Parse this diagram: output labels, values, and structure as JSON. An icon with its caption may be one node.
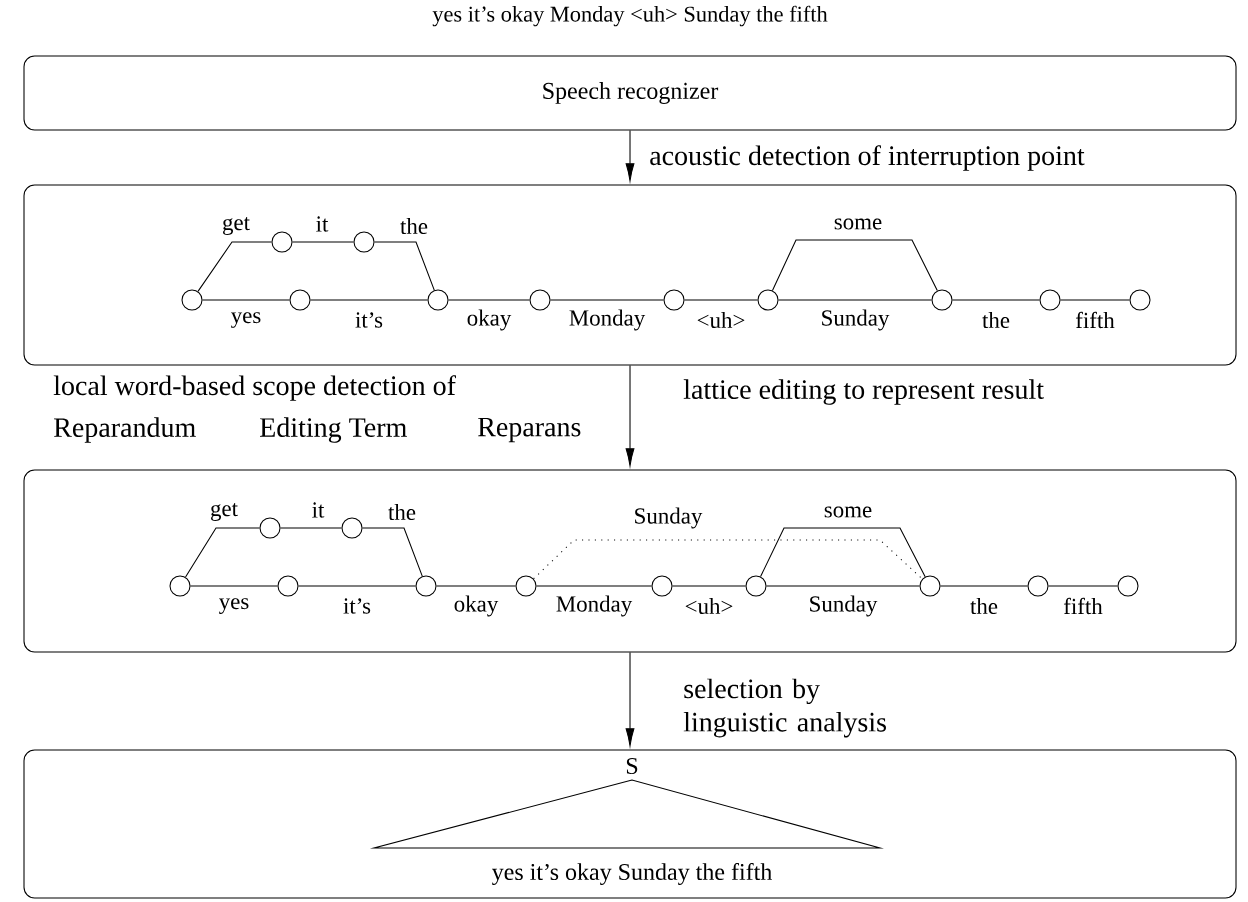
{
  "diagram": {
    "nodes": [
      {
        "text": [
          "Speech recognizer"
        ]
      },
      {
        "text": [],
        "shape": "box"
      },
      {
        "text": [],
        "shape": "circle",
        "in": 1
      },
      {
        "text": [],
        "shape": "circle",
        "in": 1
      },
      {
        "text": [],
        "shape": "circle",
        "in": 1
      },
      {
        "text": [],
        "shape": "circle",
        "in": 1
      },
      {
        "text": [],
        "shape": "circle",
        "in": 1
      },
      {
        "text": [],
        "shape": "circle",
        "in": 1
      },
      {
        "text": [],
        "shape": "circle",
        "in": 1
      },
      {
        "text": [],
        "shape": "circle",
        "in": 1
      },
      {
        "text": [],
        "shape": "circle",
        "in": 1
      },
      {
        "text": [],
        "shape": "circle",
        "in": 1
      },
      {
        "text": [],
        "shape": "circle",
        "in": 1
      },
      {
        "text": [],
        "shape": "box"
      },
      {
        "text": [],
        "shape": "circle",
        "in": 13
      },
      {
        "text": [],
        "shape": "circle",
        "in": 13
      },
      {
        "text": [],
        "shape": "circle",
        "in": 13
      },
      {
        "text": [],
        "shape": "circle",
        "in": 13
      },
      {
        "text": [],
        "shape": "circle",
        "in": 13
      },
      {
        "text": [],
        "shape": "circle",
        "in": 13
      },
      {
        "text": [],
        "shape": "circle",
        "in": 13
      },
      {
        "text": [],
        "shape": "circle",
        "in": 13
      },
      {
        "text": [],
        "shape": "circle",
        "in": 13
      },
      {
        "text": [],
        "shape": "circle",
        "in": 13
      },
      {
        "text": [],
        "shape": "circle",
        "in": 13
      },
      {
        "text": [
          "S",
          "yes it’s okay Sunday the fifth"
        ]
      }
    ],
    "edges": [
      {
        "from": 0,
        "to": 1,
        "arrow": "to",
        "label": "acoustic detection of interruption point"
      },
      {
        "from": 1,
        "to": 13,
        "arrow": "to",
        "label": "lattice editing to represent result"
      },
      {
        "from": 13,
        "to": 25,
        "arrow": "to",
        "label": "selection by linguistic analysis"
      },
      {
        "from": 2,
        "to": 3,
        "arrow": "none",
        "label": "get"
      },
      {
        "from": 3,
        "to": 5,
        "arrow": "none",
        "label": "it"
      },
      {
        "from": 5,
        "to": 6,
        "arrow": "none",
        "label": "the"
      },
      {
        "from": 2,
        "to": 4,
        "arrow": "none",
        "label": "yes"
      },
      {
        "from": 4,
        "to": 6,
        "arrow": "none",
        "label": "it’s"
      },
      {
        "from": 6,
        "to": 7,
        "arrow": "none",
        "label": "okay"
      },
      {
        "from": 7,
        "to": 8,
        "arrow": "none",
        "label": "Monday"
      },
      {
        "from": 8,
        "to": 9,
        "arrow": "none",
        "label": "<uh>"
      },
      {
        "from": 9,
        "to": 10,
        "arrow": "none",
        "label": "Sunday"
      },
      {
        "from": 9,
        "to": 10,
        "arrow": "none",
        "label": "some"
      },
      {
        "from": 10,
        "to": 11,
        "arrow": "none",
        "label": "the"
      },
      {
        "from": 11,
        "to": 12,
        "arrow": "none",
        "label": "fifth"
      },
      {
        "from": 14,
        "to": 15,
        "arrow": "none",
        "label": "get"
      },
      {
        "from": 15,
        "to": 17,
        "arrow": "none",
        "label": "it"
      },
      {
        "from": 17,
        "to": 18,
        "arrow": "none",
        "label": "the"
      },
      {
        "from": 14,
        "to": 16,
        "arrow": "none",
        "label": "yes"
      },
      {
        "from": 16,
        "to": 18,
        "arrow": "none",
        "label": "it’s"
      },
      {
        "from": 18,
        "to": 19,
        "arrow": "none",
        "label": "okay"
      },
      {
        "from": 19,
        "to": 20,
        "arrow": "none",
        "label": "Monday"
      },
      {
        "from": 20,
        "to": 21,
        "arrow": "none",
        "label": "<uh>"
      },
      {
        "from": 21,
        "to": 22,
        "arrow": "none",
        "label": "Sunday"
      },
      {
        "from": 21,
        "to": 22,
        "arrow": "none",
        "label": "some"
      },
      {
        "from": 22,
        "to": 23,
        "arrow": "none",
        "label": "the"
      },
      {
        "from": 23,
        "to": 24,
        "arrow": "none",
        "label": "fifth"
      },
      {
        "from": 19,
        "to": 22,
        "arrow": "none",
        "label": "Sunday",
        "style": "dashed"
      }
    ],
    "labels": [
      "yes it’s okay Monday <uh> Sunday the fifth",
      "local word-based scope detection of",
      "Reparandum",
      "Editing Term",
      "Reparans"
    ]
  }
}
